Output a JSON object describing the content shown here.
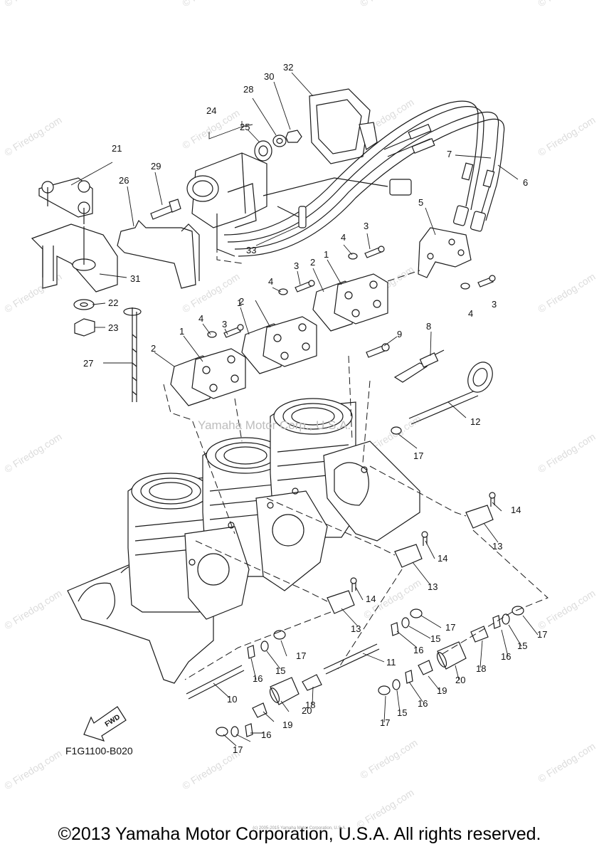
{
  "diagram": {
    "figure_code": "F1G1100-B020",
    "fwd_label": "FWD",
    "center_watermark": "Yamaha Motor Corp., U.S.A.",
    "watermark": "© Firedog.com",
    "part_numbers": [
      "1",
      "2",
      "3",
      "4",
      "5",
      "6",
      "7",
      "8",
      "9",
      "10",
      "11",
      "12",
      "13",
      "14",
      "15",
      "16",
      "17",
      "18",
      "19",
      "20",
      "21",
      "22",
      "23",
      "24",
      "25",
      "26",
      "27",
      "28",
      "29",
      "30",
      "31",
      "32",
      "33"
    ]
  },
  "footer": {
    "copyright": "©2013 Yamaha Motor Corporation, U.S.A. All rights reserved.",
    "small_credit": "(c) 2005-2015 Yamaha Motor Corporation, U.S.A."
  }
}
